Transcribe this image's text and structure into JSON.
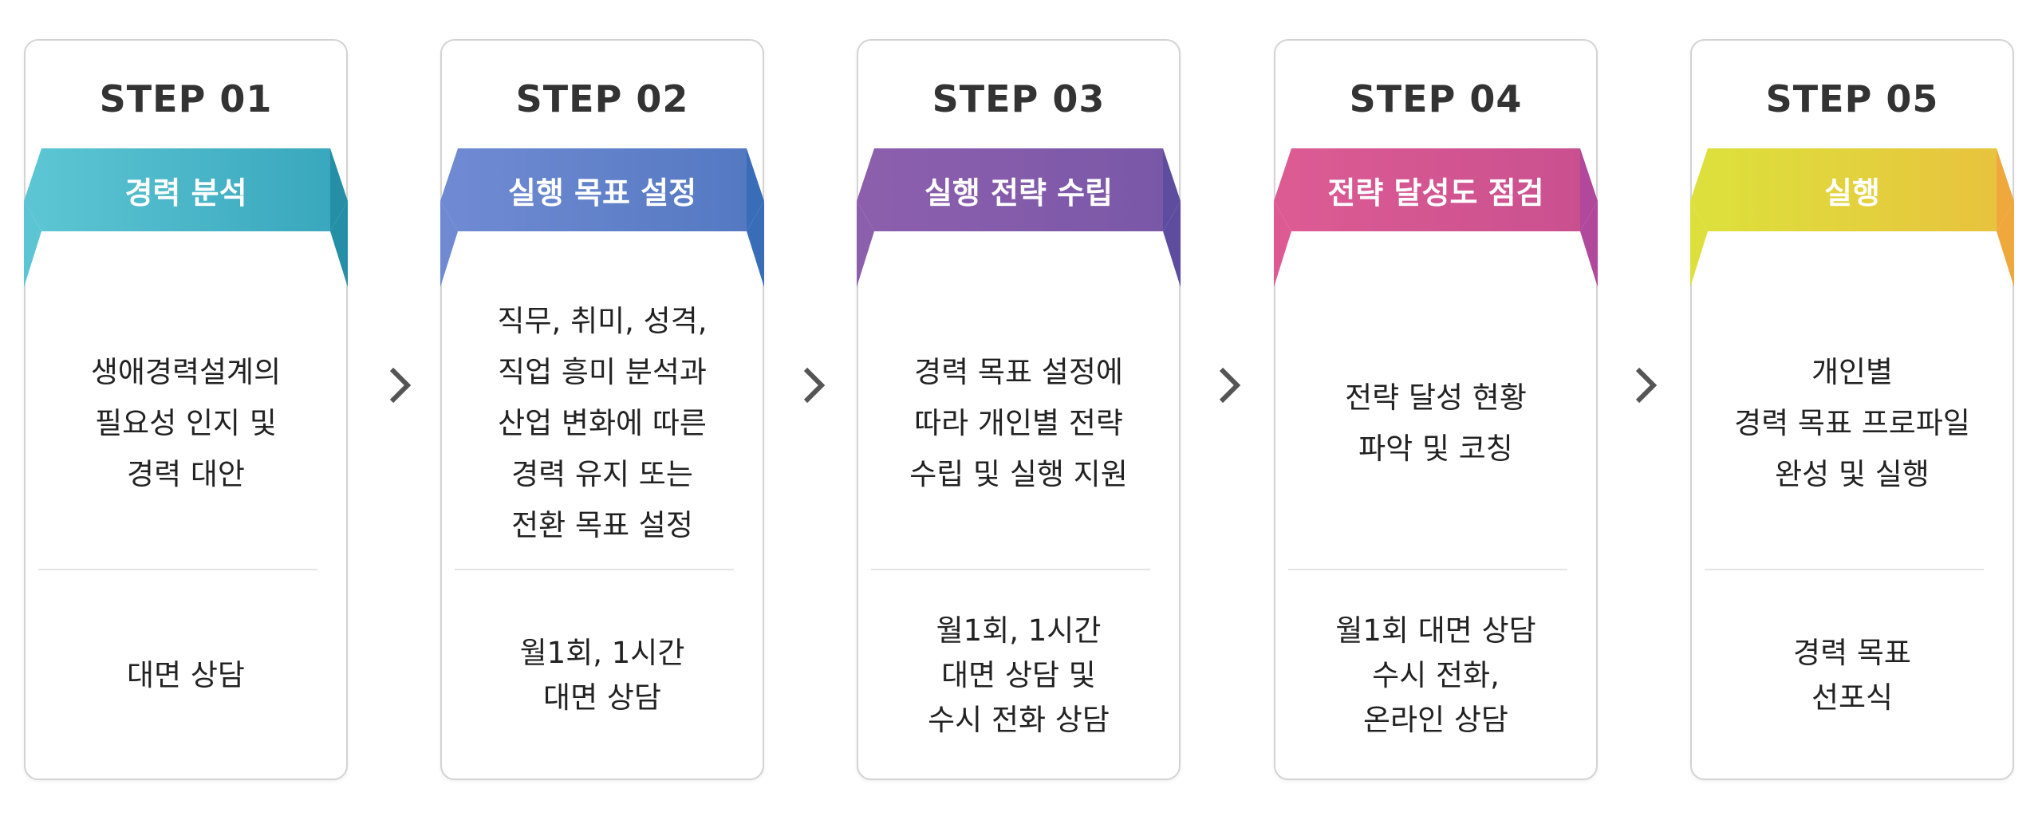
{
  "steps": [
    {
      "step": "STEP 01",
      "label": "경력 분석",
      "desc": [
        "생애경력설계의",
        "필요성 인지 및",
        "경력 대안"
      ],
      "method": [
        "대면 상담"
      ],
      "colors": {
        "light": "#5cc5d3",
        "main": "#39a7bd",
        "dark": "#258fa5"
      }
    },
    {
      "step": "STEP 02",
      "label": "실행 목표 설정",
      "desc": [
        "직무, 취미, 성격,",
        "직업 흥미 분석과",
        "산업 변화에 따른",
        "경력 유지 또는",
        "전환 목표 설정"
      ],
      "method": [
        "월1회, 1시간",
        "대면 상담"
      ],
      "colors": {
        "light": "#6f8ad2",
        "main": "#5479c2",
        "dark": "#3a6db8"
      }
    },
    {
      "step": "STEP 03",
      "label": "실행 전략 수립",
      "desc": [
        "경력 목표 설정에",
        "따라 개인별 전략",
        "수립 및 실행 지원"
      ],
      "method": [
        "월1회, 1시간",
        "대면 상담 및",
        "수시 전화 상담"
      ],
      "colors": {
        "light": "#8c5fad",
        "main": "#7a58a8",
        "dark": "#5e4c9f"
      }
    },
    {
      "step": "STEP 04",
      "label": "전략 달성도 점검",
      "desc": [
        "전략 달성 현황",
        "파악 및 코칭"
      ],
      "method": [
        "월1회 대면 상담",
        "수시 전화,",
        "온라인 상담"
      ],
      "colors": {
        "light": "#dc5b93",
        "main": "#c9508f",
        "dark": "#b2489b"
      }
    },
    {
      "step": "STEP 05",
      "label": "실행",
      "desc": [
        "개인별",
        "경력 목표 프로파일",
        "완성 및 실행"
      ],
      "method": [
        "경력 목표",
        "선포식"
      ],
      "colors": {
        "light": "#dde03c",
        "main": "#e8c33e",
        "dark": "#efa83b"
      }
    }
  ],
  "arrow_icon": "chevron-right-icon"
}
